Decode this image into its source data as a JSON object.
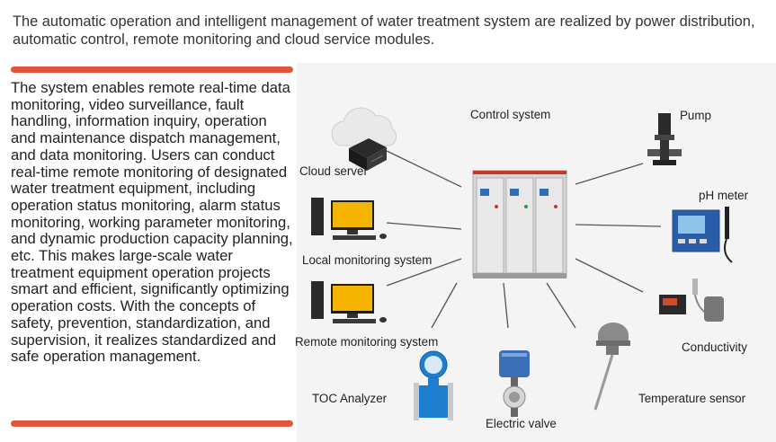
{
  "intro_text": "The automatic operation and intelligent management of water treatment system are realized by power distribution, automatic control, remote monitoring and cloud service modules.",
  "description": "The system enables remote real-time data monitoring, video surveillance, fault handling, information inquiry, operation and maintenance dispatch management, and data monitoring. Users can conduct real-time remote monitoring of designated water treatment equipment, including operation status monitoring, alarm status monitoring, working parameter monitoring, and dynamic production capacity planning, etc. This makes large-scale water treatment equipment operation projects smart and efficient, significantly optimizing operation costs. With the concepts of safety, prevention, standardization, and supervision, it realizes standardized and safe operation management.",
  "diagram": {
    "center": "Control system",
    "nodes": {
      "cloud_server": "Cloud server",
      "local_monitoring": "Local monitoring system",
      "remote_monitoring": "Remote monitoring system",
      "toc_analyzer": "TOC Analyzer",
      "electric_valve": "Electric valve",
      "temperature_sensor": "Temperature sensor",
      "conductivity": "Conductivity",
      "ph_meter": "pH meter",
      "pump": "Pump"
    }
  },
  "colors": {
    "accent_bar": "#e2553a",
    "diagram_bg": "#f4f4f4",
    "connector": "#555555",
    "cabinet": "#d9d9d9",
    "cabinet_trim": "#c0392b",
    "analyzer_blue": "#1e7fd0"
  },
  "icons": [
    "cloud-server-icon",
    "desktop-computer-icon",
    "control-cabinet-icon",
    "pump-icon",
    "ph-meter-icon",
    "conductivity-meter-icon",
    "temperature-sensor-icon",
    "electric-valve-icon",
    "toc-analyzer-icon"
  ]
}
